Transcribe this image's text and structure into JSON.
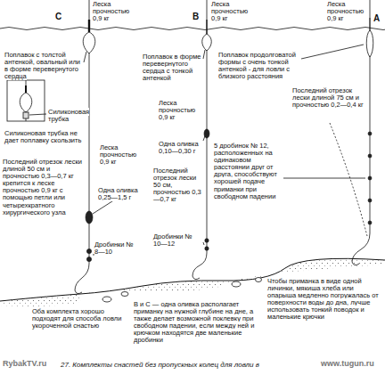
{
  "diagram": {
    "caption": "27. Комплекты снастей без пропускных колец для ловли в",
    "labels": [
      "С",
      "В",
      "А",
      "Леска прочностью 0,9 кг",
      "Леска прочностью 0,9 кг",
      "Леска прочностью 0,9 кг",
      "Поплавок с толстой антенкой, овальный или в форме перевернутого сердца",
      "Силиконовая трубка",
      "Силиконовая трубка не дает поплавку скользить",
      "Леска прочностью 0,9 кг",
      "Последний отрезок лески длиной 50 см и прочностью 0,3—0,7 кг крепится к леске прочностью 0,9 кг с помощью петли или четырехкратного хирургического узла",
      "Одна оливка 0,25—1,5 г",
      "Дробинки № 8—10",
      "Поплавок в форме перевернутого сердца с тонкой антенкой",
      "Леска прочностью 0,9 кг",
      "Одна оливка 0,10—0,30 г",
      "Последний отрезок лески 50 см, прочностью 0,3—0,7 кг",
      "Дробинки № 10—12",
      "5 дробинок № 12, расположенных на одинаковом расстоянии друг от друга, способствуют хорошей подаче приманки при свободном падении",
      "Поплавок продолговатой формы с очень тонкой антенкой - для ловли с близкого расстояния",
      "Последний отрезок лески длиной 75 см и прочностью 0,2—0,4 кг",
      "Чтобы приманка в виде одной личинки, мякиша хлеба или опарыша медленно погружалась от поверхности воды до дна, лучше использовать тонкий поводок и маленькие крючки",
      "Оба комплекта хорошо подходят для способа ловли укороченной снастью",
      "В и С — одна оливка располагает приманку на нужной глубине на дне, а также делает возможной поклевку при свободном падении, если между ней и крючком находятся две маленькие дробинки",
      "RybakTV.ru",
      "www.tugun.ru"
    ]
  }
}
